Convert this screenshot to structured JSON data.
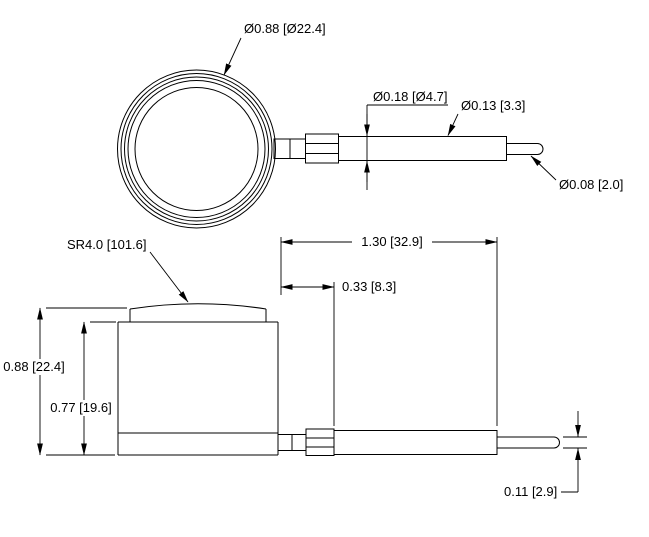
{
  "colors": {
    "line": "#000000",
    "background": "#ffffff"
  },
  "top_view": {
    "labels": {
      "outer_diameter": "Ø0.88 [Ø22.4]",
      "spring_od": "Ø0.18 [Ø4.7]",
      "spring_coil_od": "Ø0.13 [3.3]",
      "cable_od": "Ø0.08 [2.0]"
    }
  },
  "side_view": {
    "labels": {
      "spherical_radius": "SR4.0 [101.6]",
      "cable_assembly_length": "1.30 [32.9]",
      "fitting_length": "0.33 [8.3]",
      "overall_height": "0.88 [22.4]",
      "body_height": "0.77 [19.6]",
      "cable_thickness": "0.11 [2.9]"
    }
  }
}
